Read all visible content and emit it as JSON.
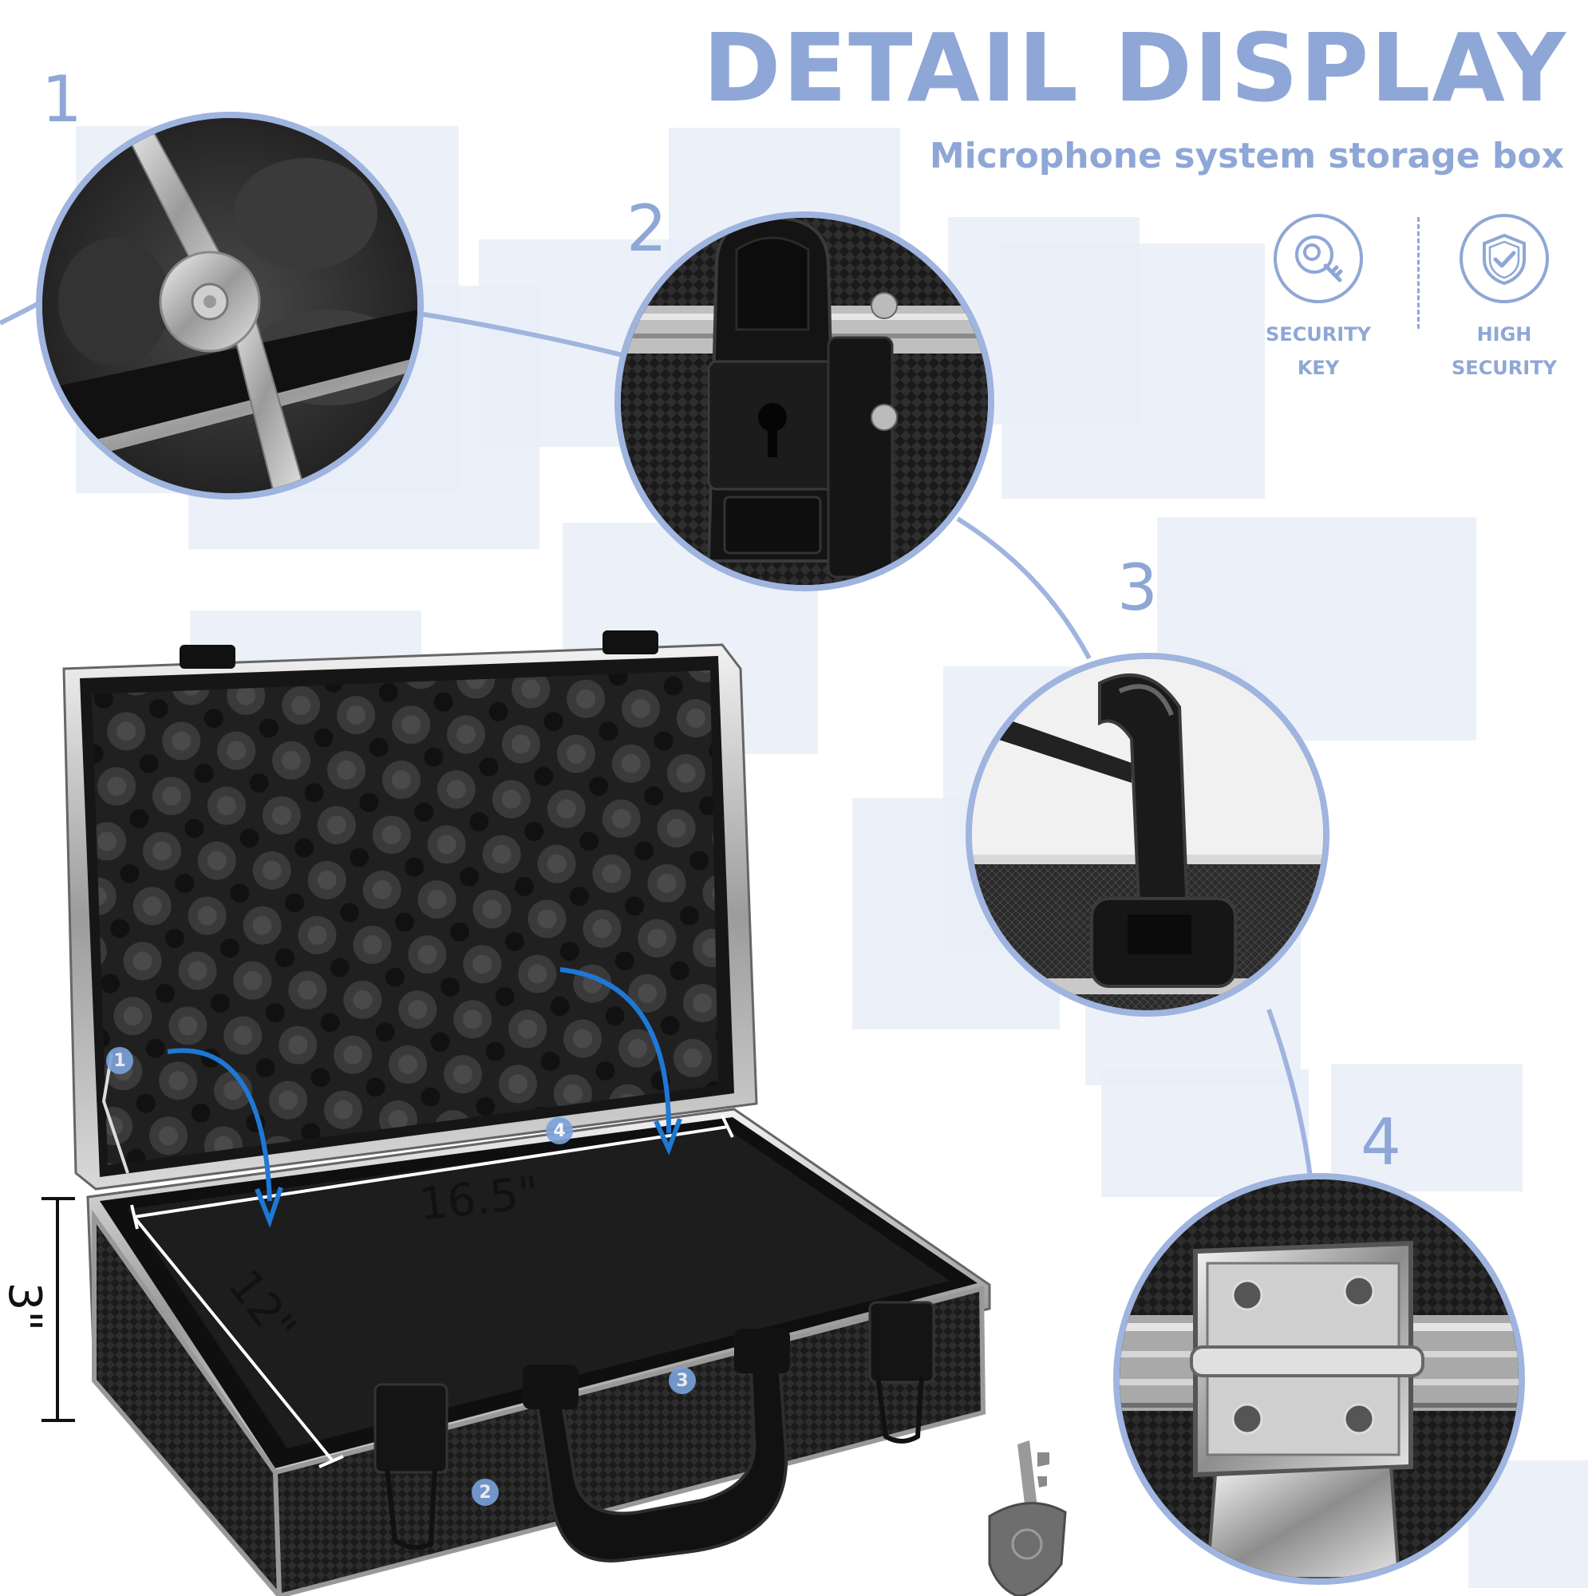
{
  "header": {
    "title": "DETAIL DISPLAY",
    "subtitle": "Microphone system storage box"
  },
  "features": [
    {
      "icon": "key-icon",
      "line1": "SECURITY",
      "line2": "KEY"
    },
    {
      "icon": "shield-check-icon",
      "line1": "HIGH",
      "line2": "SECURITY"
    }
  ],
  "details": [
    {
      "number": "1",
      "subject": "hinge-detail"
    },
    {
      "number": "2",
      "subject": "lock-latch-detail"
    },
    {
      "number": "3",
      "subject": "handle-detail"
    },
    {
      "number": "4",
      "subject": "rear-hinge-detail"
    }
  ],
  "dimensions": {
    "length": "16.5\"",
    "width": "12\"",
    "height": "3\""
  },
  "case_badges": [
    "1",
    "2",
    "3",
    "4"
  ],
  "colors": {
    "accent": "#8ea7d6",
    "ring": "#9fb4de",
    "badge": "#7aa2dc",
    "arrow": "#1e78d6"
  }
}
